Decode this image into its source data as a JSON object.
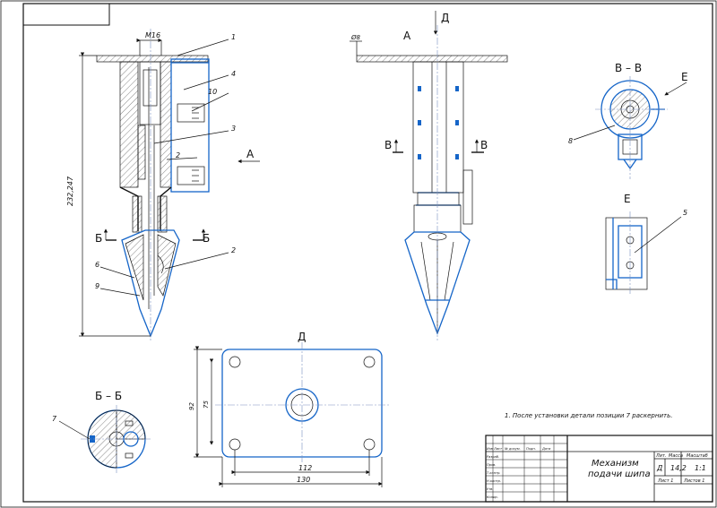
{
  "dims": {
    "thread": "М16",
    "height": "232,247",
    "phi": "Ø8",
    "plate_inner": "112",
    "plate_outer": "130",
    "plate_h_outer": "92",
    "plate_h_inner": "75"
  },
  "positions": {
    "p1": "1",
    "p2": "2",
    "p2_upper": "2",
    "p3": "3",
    "p4": "4",
    "p5": "5",
    "p6": "6",
    "p7": "7",
    "p8": "8",
    "p9": "9",
    "p10": "10"
  },
  "labels": {
    "view_a": "А",
    "arrow_a": "А",
    "arrow_d": "Д",
    "view_d": "Д",
    "b_mark": "Б",
    "v_mark": "В",
    "section_vv": "В – В",
    "view_e": "Е",
    "section_bb": "Б – Б"
  },
  "note": "1. После установки детали позиции 7 раскернить.",
  "title_block": {
    "title_line1": "Механизм",
    "title_line2": "подачи шипа",
    "lit_label": "Лит.",
    "mass_label": "Масса",
    "scale_label": "Масштаб",
    "lit": "Д",
    "mass": "14,2",
    "scale": "1:1",
    "sheet": "Лист 1",
    "sheets": "Листов 1",
    "columns": [
      "Изм",
      "Лист",
      "№ докум.",
      "Подп.",
      "Дата"
    ],
    "roles": [
      "Разраб.",
      "Пров.",
      "Т.контр.",
      "Н.контр.",
      "Утв.",
      "Копир."
    ]
  }
}
